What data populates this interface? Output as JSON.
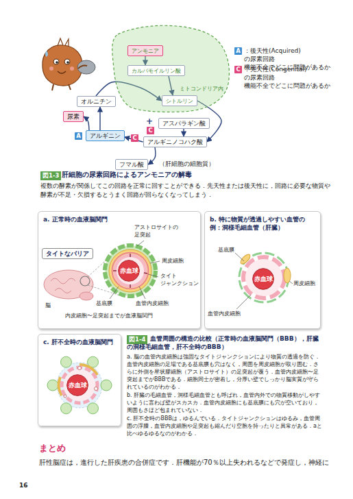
{
  "diagram": {
    "nodes": [
      {
        "text": [
          "ミトコンドリア内"
        ]
      },
      {
        "text": [
          "アンモニア"
        ],
        "in": 0
      },
      {
        "text": [
          "カルバモイルリン酸"
        ],
        "in": 0
      },
      {
        "text": [
          "シトルリン"
        ],
        "in": 0
      },
      {
        "text": [
          "オルニチン"
        ]
      },
      {
        "text": [
          "尿素"
        ]
      },
      {
        "text": [
          "アルギニン"
        ]
      },
      {
        "text": [
          "アスパラギン酸"
        ]
      },
      {
        "text": [
          "アルギニノコハク酸"
        ]
      },
      {
        "text": [
          "フマル酸"
        ]
      },
      {
        "text": [
          "a. 正常時の血液脳関門"
        ]
      },
      {
        "text": [
          "タイトなバリア"
        ],
        "in": 10
      },
      {
        "text": [
          "赤血球"
        ],
        "in": 10
      },
      {
        "text": [
          "b. 特に物質が透過しやすい血管の 例：洞様毛細血管（肝臓）"
        ]
      },
      {
        "text": [
          "赤血球"
        ],
        "in": 13
      },
      {
        "text": [
          "c. 肝不全時の血液脳関門"
        ]
      },
      {
        "text": [
          "赤血球"
        ],
        "in": 15
      }
    ],
    "edges": [
      {
        "from": 1,
        "to": 2,
        "arrow": "to"
      },
      {
        "from": 2,
        "to": 3,
        "arrow": "to"
      },
      {
        "from": 4,
        "to": 3,
        "arrow": "to"
      },
      {
        "from": 3,
        "to": 8,
        "arrow": "to"
      },
      {
        "from": 7,
        "to": 8,
        "arrow": "to"
      },
      {
        "from": 8,
        "to": 6,
        "arrow": "to"
      },
      {
        "from": 8,
        "to": 9,
        "arrow": "to"
      },
      {
        "from": 6,
        "to": 4,
        "arrow": "to"
      },
      {
        "from": 6,
        "to": 5,
        "arrow": "to"
      }
    ],
    "labels": [
      "A",
      "C",
      "A",
      "+",
      "C",
      "C",
      "（肝細胞の細胞質）",
      "図1-3",
      "肝細胞の尿素回路によるアンモニアの解毒",
      "複数の酵素が関係してこの回路を正常に回すことができる．先天性または後天性に，回路に必要な物質や酵素が不足・欠損するとうまく回路が回らなくなってしまう．",
      "アストロサイトの 足突起",
      "脳",
      "周皮細胞",
      "タイト ジャンクション",
      "基底膜",
      "血管内皮細胞",
      "内皮細胞〜足突起までが血液脳関門",
      "基底膜",
      "周皮細胞",
      "血管内皮細胞",
      "図1-4",
      "血管周囲の構造の比較（正常時の血液脳関門（BBB），肝臓の洞様毛細血管，肝不全時のBBB）",
      "a. 脳の血管内皮細胞は強固なタイトジャンクションにより物質の透過を防ぐ．血管内皮細胞の足場である基底膜も穴はなく，周囲を周皮細胞が取り囲む．さらに外側を星状膠細胞（アストロサイト）の足突起が覆う．血管内皮細胞〜足突起までがBBBである．細胞同士が密着し，分厚い壁でしっかり脳実質が守られているのがわかる．",
      "b. 肝臓の毛細血管，洞様毛細血管とも呼ばれ，血管内外での物質移動がしやすいように言わば壁がスカスカ．血管内皮細胞にも基底膜にも穴が空いており，周囲もさほど包まれていない．",
      "c. 肝不全時のBBBは，ゆるんでいる．タイトジャンクションはゆるみ，血管周囲の浮腫，血管内皮細胞や足突起も縮んだり空胞を持ったりと異常がある．aと比べゆるゆるなのがわかる．",
      "まとめ",
      "肝性脳症は，進行した肝疾患の合併症です．肝機能が70％以上失われるなどで発症し，神経に",
      "16"
    ],
    "legend": [
      {
        "text": "：後天性(Acquired)の尿素回路 機能不全でどこに問題があるか",
        "color": "#3f8fd2"
      },
      {
        "text": "：先天性(Congenital)の尿素回路 機能不全でどこに問題があるか",
        "color": "#e0457b"
      }
    ]
  }
}
